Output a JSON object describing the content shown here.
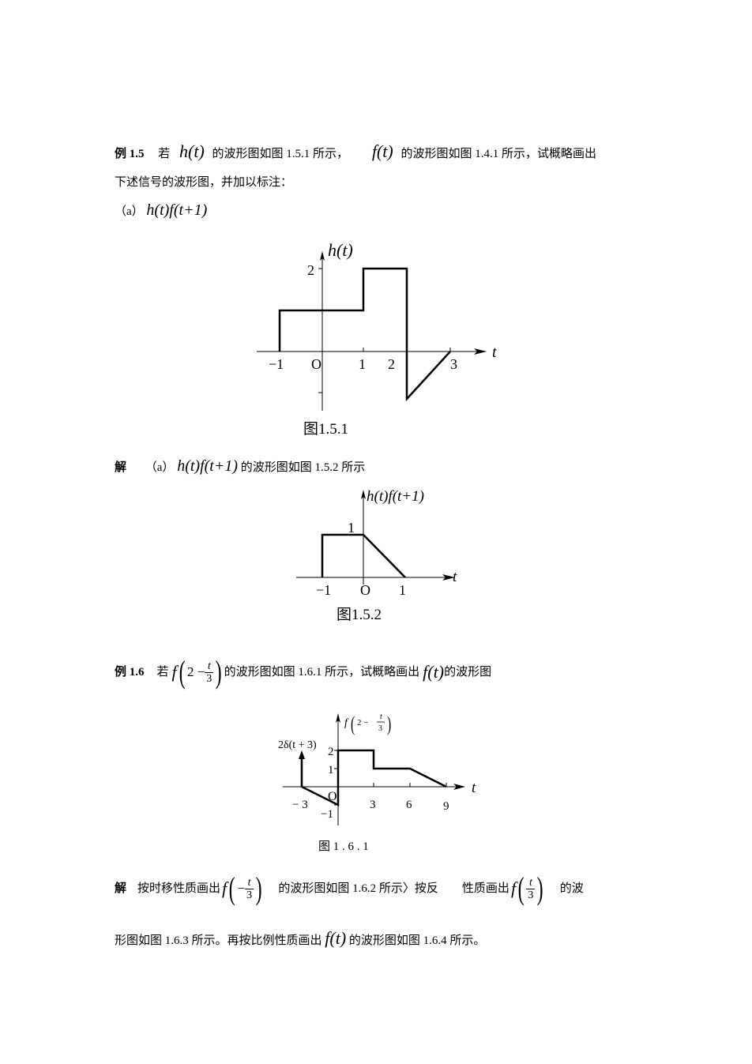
{
  "ex15": {
    "label": "例 1.5",
    "ruo": "若",
    "h_t": "h(t)",
    "text1": "的波形图如图 1.5.1 所示，",
    "f_t": "f(t)",
    "text2": "的波形图如图 1.4.1 所示，试概略画出",
    "line2": "下述信号的波形图，并加以标注：",
    "item_a_label": "（a）",
    "item_a_expr": "h(t)f(t+1)"
  },
  "fig151": {
    "ylabel": "h(t)",
    "xlabel": "t",
    "y_tick_2": "2",
    "x_ticks": [
      "−1",
      "O",
      "1",
      "2",
      "3"
    ],
    "caption": "图1.5.1"
  },
  "sol15": {
    "label": "解",
    "item": "（a）",
    "expr": "h(t)f(t+1)",
    "text": "的波形图如图 1.5.2 所示"
  },
  "fig152": {
    "ylabel": "h(t)f(t+1)",
    "xlabel": "t",
    "y_tick_1": "1",
    "x_ticks": [
      "−1",
      "O",
      "1"
    ],
    "caption": "图1.5.2"
  },
  "ex16": {
    "label": "例 1.6",
    "ruo": "若",
    "f": "f",
    "expr_pre": "2 −",
    "frac_num": "t",
    "frac_den": "3",
    "text1": "的波形图如图 1.6.1 所示，试概略画出",
    "f_t": "f(t)",
    "text2": "的波形图"
  },
  "fig161": {
    "ylabel_f": "f",
    "ylabel_inner": "2 −",
    "ylabel_num": "t",
    "ylabel_den": "3",
    "impulse_label": "2δ(t + 3)",
    "xlabel": "t",
    "y_ticks": [
      "2",
      "1",
      "−1"
    ],
    "origin": "O",
    "x_ticks": [
      "− 3",
      "3",
      "6",
      "9"
    ],
    "caption": "图 1 . 6 . 1"
  },
  "sol16": {
    "label": "解",
    "text1": "按时移性质画出",
    "f1": "f",
    "minus": "−",
    "num1": "t",
    "den1": "3",
    "text2": "的波形图如图 1.6.2 所示〉按反",
    "text3": "性质画出",
    "f2": "f",
    "num2": "t",
    "den2": "3",
    "text4": "的波",
    "line2a": "形图如图 1.6.3 所示。再按比例性质画出",
    "line2_ft": "f(t)",
    "line2b": "的波形图如图 1.6.4 所示。"
  }
}
